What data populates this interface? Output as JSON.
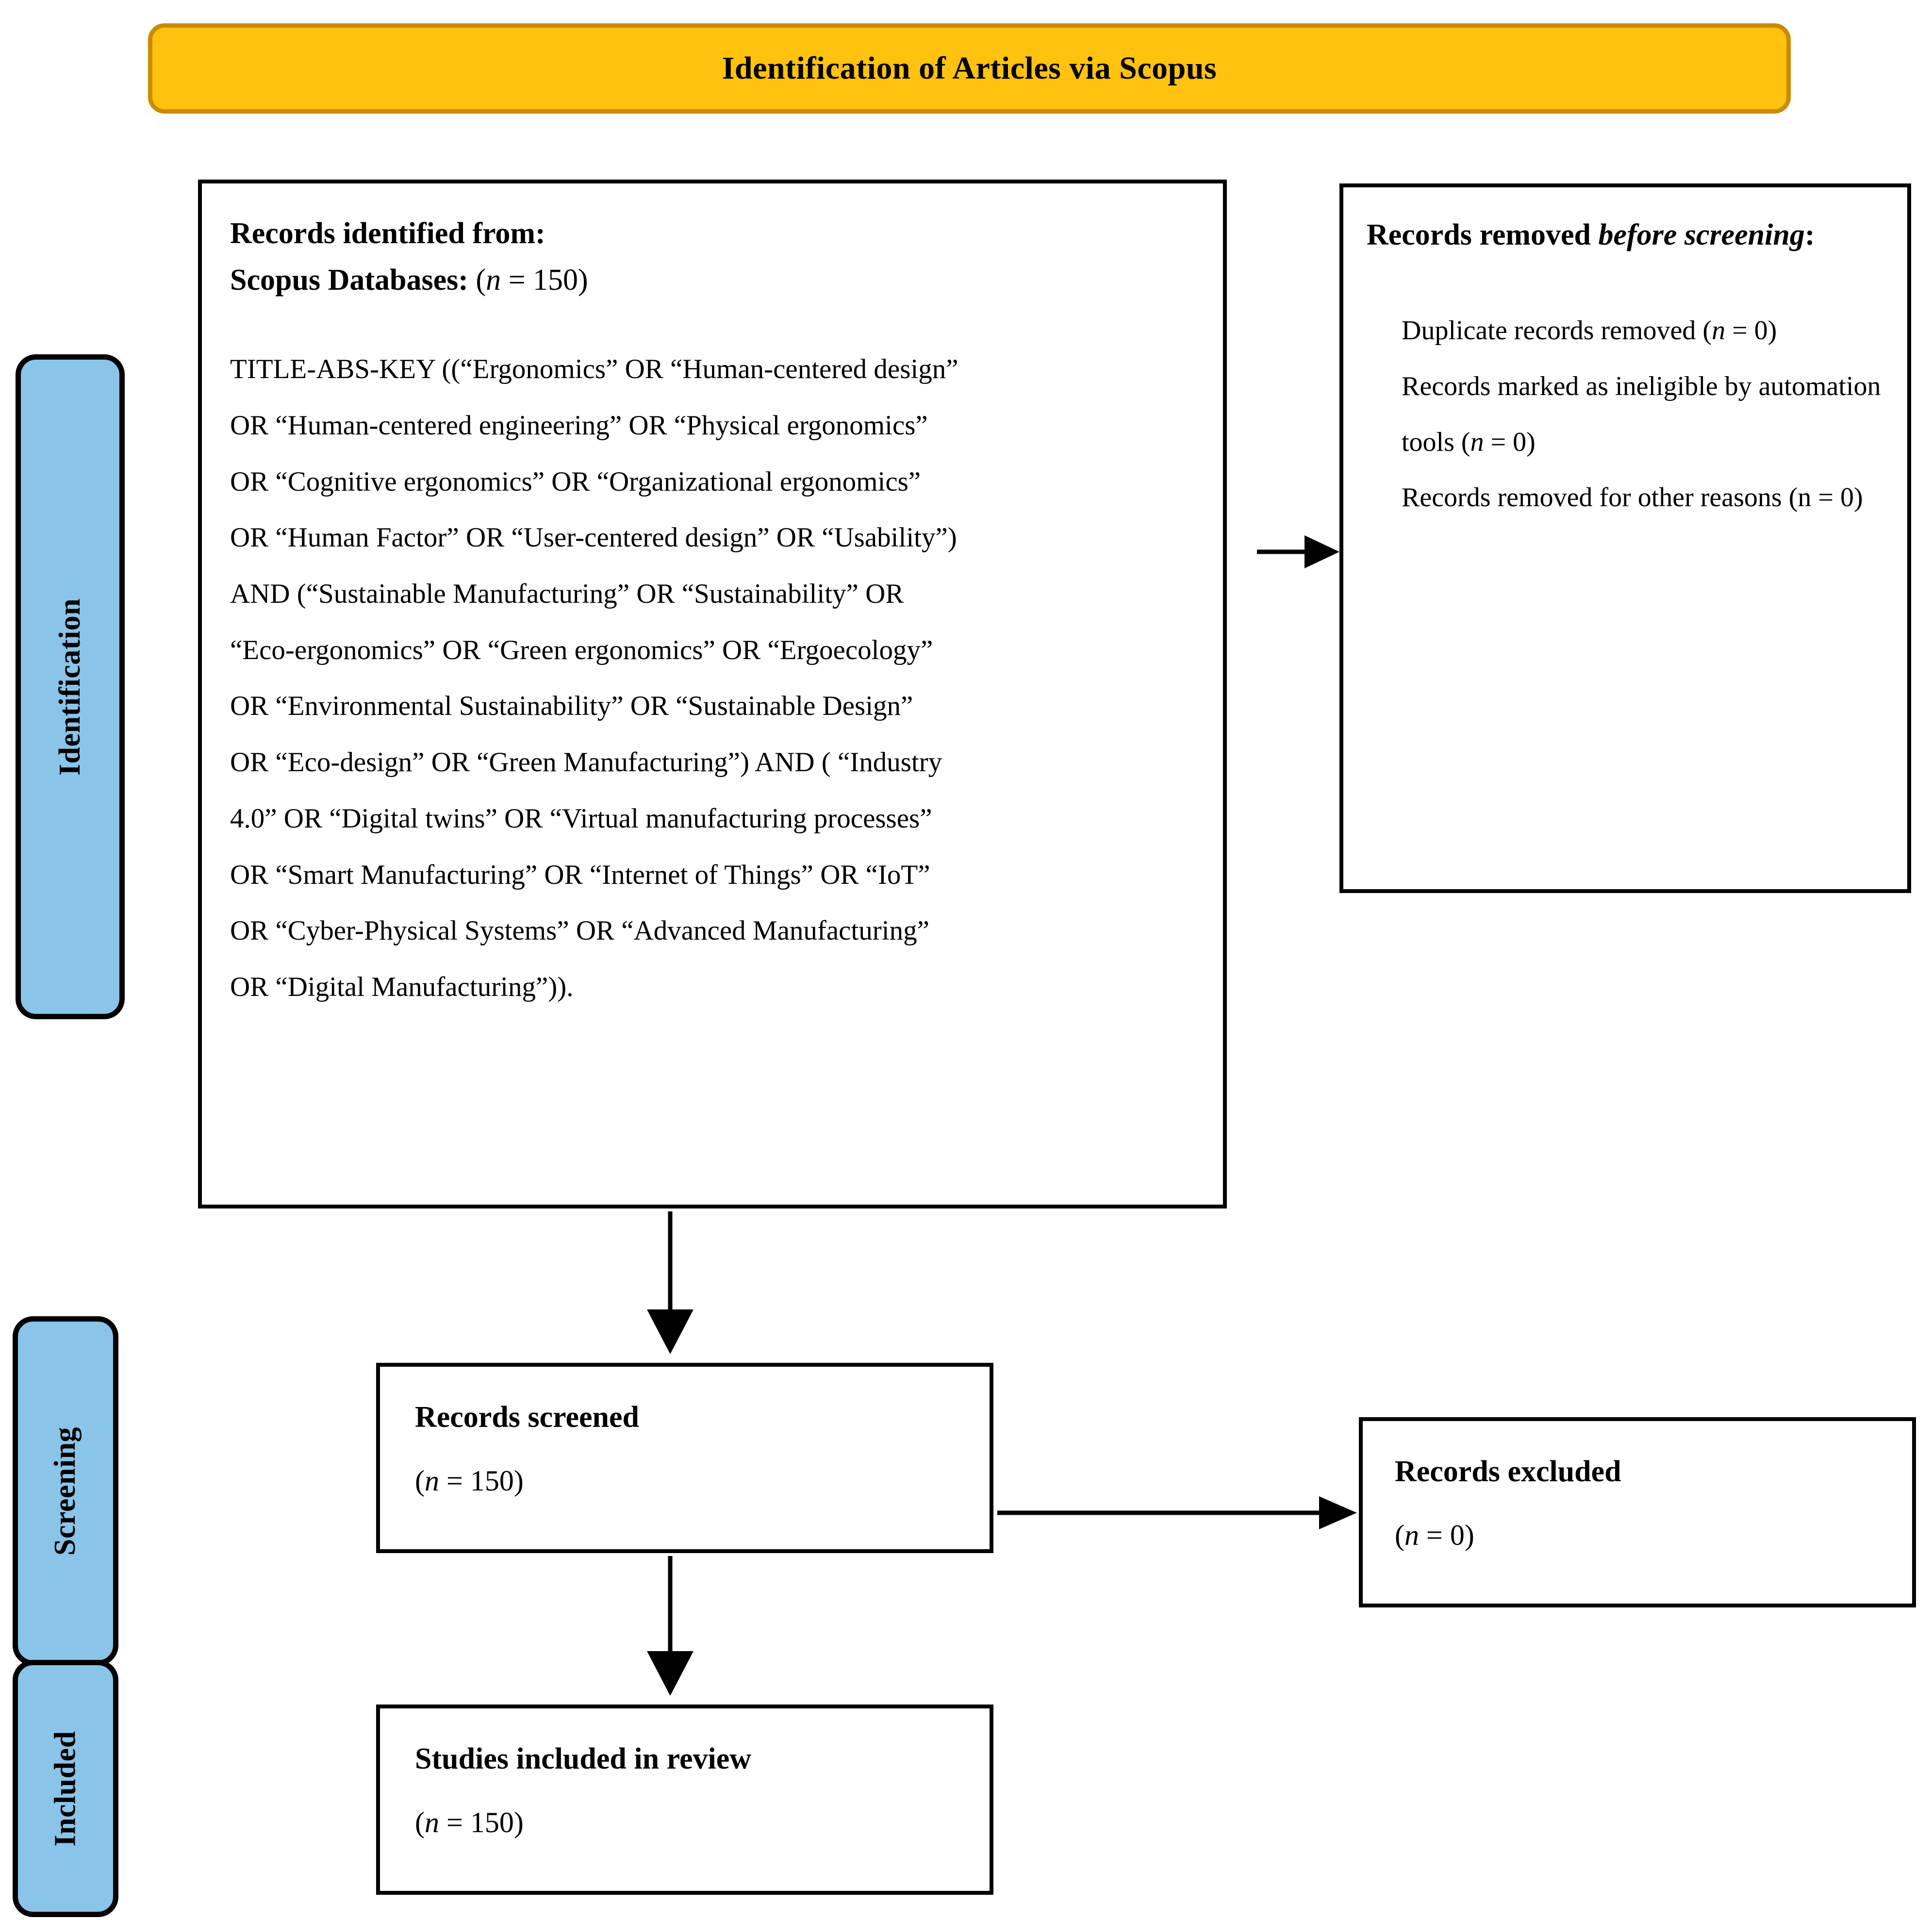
{
  "header": {
    "title": "Identification of Articles via Scopus"
  },
  "stages": [
    {
      "key": "identification",
      "label": "Identification"
    },
    {
      "key": "screening",
      "label": "Screening"
    },
    {
      "key": "included",
      "label": "Included"
    }
  ],
  "boxes": {
    "identified": {
      "heading": "Records identified from:",
      "subheading_label": "Scopus Databases:",
      "subheading_count_open": "(",
      "subheading_count_n": "n",
      "subheading_count_rest": " = 150)",
      "query_lines": [
        "TITLE-ABS-KEY ((“Ergonomics” OR “Human-centered design”",
        "OR “Human-centered engineering” OR “Physical ergonomics”",
        "OR “Cognitive ergonomics” OR “Organizational ergonomics”",
        "OR “Human Factor” OR “User-centered design” OR “Usability”)",
        "AND (“Sustainable  Manufacturing”  OR  “Sustainability”  OR",
        "“Eco-ergonomics” OR “Green ergonomics” OR “Ergoecology”",
        "OR “Environmental Sustainability” OR “Sustainable Design”",
        "OR “Eco-design” OR “Green Manufacturing”) AND ( “Industry",
        "4.0” OR “Digital twins” OR “Virtual manufacturing processes”",
        "OR “Smart Manufacturing” OR “Internet of Things” OR “IoT”",
        "OR “Cyber-Physical Systems” OR “Advanced Manufacturing”",
        "OR “Digital Manufacturing”))."
      ]
    },
    "removed": {
      "heading_prefix": "Records removed ",
      "heading_emphasis": "before screening",
      "heading_suffix": ":",
      "items": [
        {
          "text_before": "Duplicate records removed (",
          "italic_n": "n",
          "text_after": " = 0)"
        },
        {
          "text_before": "Records marked as ineligible by automation tools (",
          "italic_n": "n",
          "text_after": " = 0)"
        },
        {
          "text_before": "Records removed for other reasons (n = 0)",
          "italic_n": "",
          "text_after": ""
        }
      ]
    },
    "screened": {
      "heading": "Records screened",
      "count_open": "(",
      "count_n": "n",
      "count_rest": " = 150)"
    },
    "excluded": {
      "heading": "Records excluded",
      "count_open": "(",
      "count_n": "n",
      "count_rest": " = 0)"
    },
    "studies": {
      "heading": "Studies included in review",
      "count_open": "(",
      "count_n": "n",
      "count_rest": " = 150)"
    }
  },
  "colors": {
    "header_fill": "#FFC20E",
    "header_border": "#CC8A00",
    "stage_fill": "#8AC4E8",
    "box_border": "#000000",
    "arrow": "#000000"
  },
  "arrows": [
    {
      "name": "identified-to-removed",
      "direction": "right"
    },
    {
      "name": "identified-to-screened",
      "direction": "down"
    },
    {
      "name": "screened-to-excluded",
      "direction": "right"
    },
    {
      "name": "screened-to-studies",
      "direction": "down"
    }
  ]
}
